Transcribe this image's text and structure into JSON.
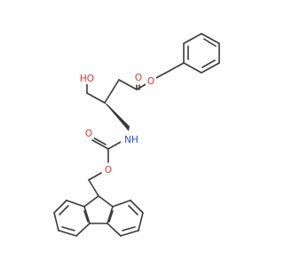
{
  "molecule": {
    "atoms": {
      "ester_O": {
        "text": "O",
        "color": "#e0322b"
      },
      "carbonyl_O": {
        "text": "O",
        "color": "#e0322b"
      },
      "hydroxyl": {
        "text": "HO",
        "color": "#e0322b"
      },
      "amine": {
        "text": "NH",
        "color": "#2b4bd6"
      },
      "carbamate_carbonyl_O": {
        "text": "O",
        "color": "#e0322b"
      },
      "carbamate_ester_O": {
        "text": "O",
        "color": "#e0322b"
      }
    },
    "stereo_mark": "hashed-wedge-bond",
    "bond_color": "#3a3a3a"
  }
}
